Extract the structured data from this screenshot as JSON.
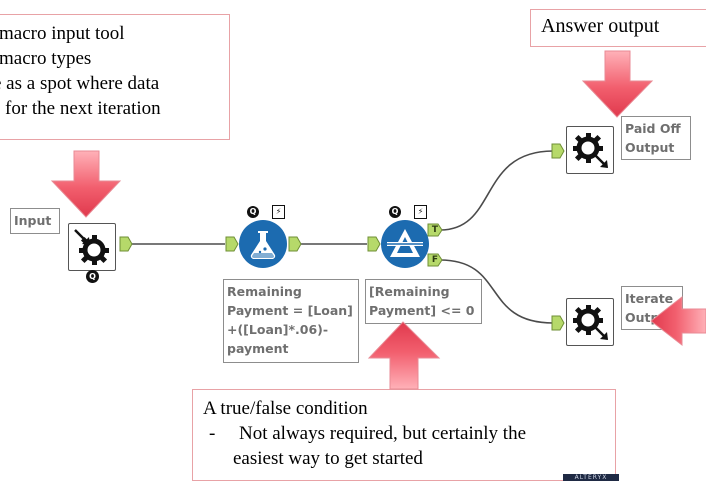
{
  "callouts": {
    "top_lines": [
      "macro input tool",
      "macro types",
      "e as a spot where data",
      "for the next iteration"
    ],
    "answer": "Answer output",
    "bottom_title": "A true/false condition",
    "bottom_dash": "-",
    "bottom_bullet_line1": "Not always required, but certainly the",
    "bottom_bullet_line2": "easiest way to get started"
  },
  "tools": {
    "input_label": "Input",
    "formula_label": "Remaining\nPayment = [Loan]\n+([Loan]*.06)-\npayment",
    "filter_label": "[Remaining\nPayment] <= 0",
    "paid_off_label": "Paid Off\nOutput",
    "iterate_label": "Iterate\nOutput",
    "true_anchor": "T",
    "false_anchor": "F",
    "q_badge": "Q",
    "lightning_badge": "⚡"
  },
  "watermark": "ALTERYX",
  "colors": {
    "arrow_fill": "#f25f6e",
    "arrow_highlight": "#ffb1b8",
    "tool_blue": "#1c6bb0",
    "anchor_green": "#b6d96a",
    "connector": "#4b4b4b",
    "callout_border": "#e8a2a6"
  }
}
